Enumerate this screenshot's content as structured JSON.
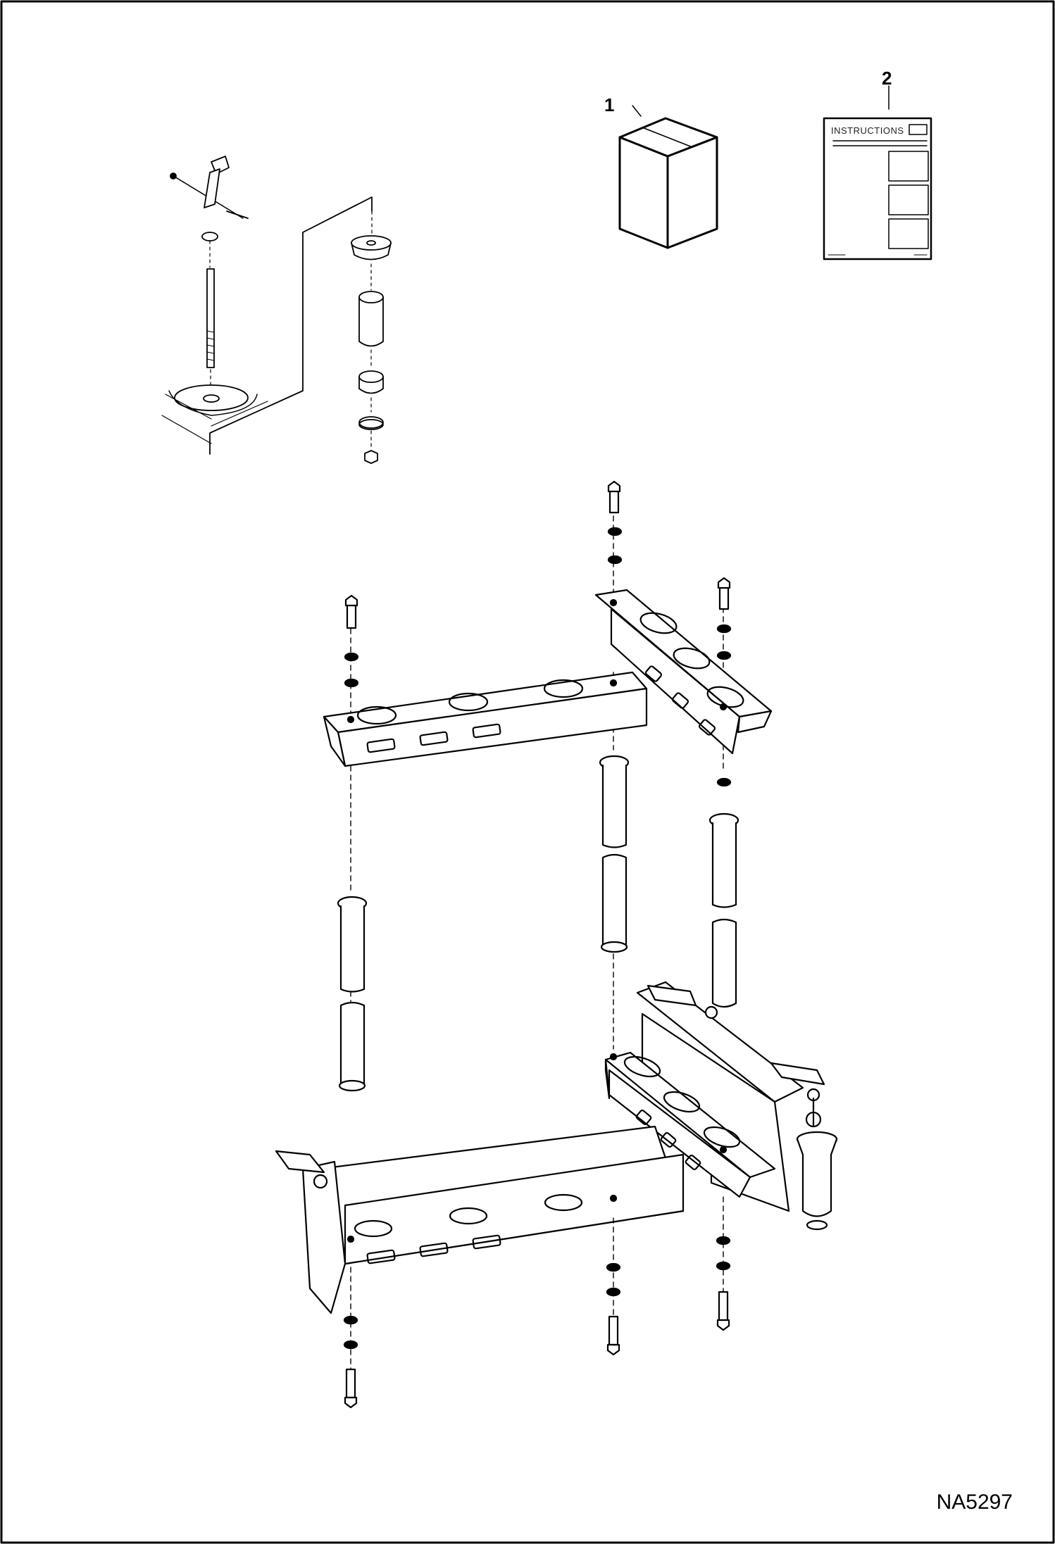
{
  "callouts": {
    "item_1": "1",
    "item_2": "2"
  },
  "instruction_sheet": {
    "title": "INSTRUCTIONS"
  },
  "drawing_code": "NA5297",
  "colors": {
    "line": "#000000",
    "background": "#ffffff"
  }
}
